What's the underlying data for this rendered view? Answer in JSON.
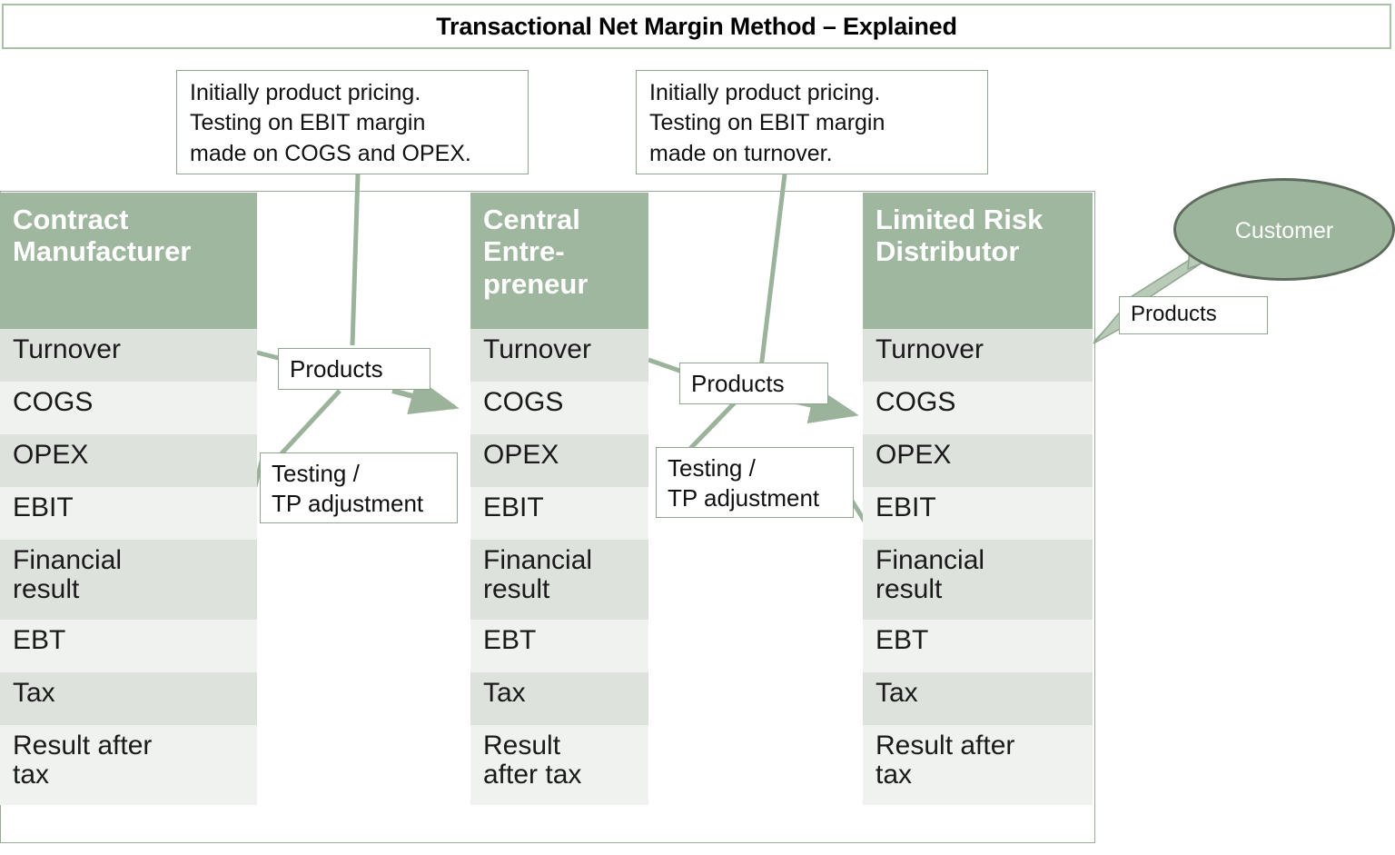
{
  "title": {
    "text": "Transactional Net Margin Method – Explained"
  },
  "notes": [
    {
      "id": "note-cm",
      "text": "Initially product pricing.\nTesting on EBIT margin\nmade on COGS and OPEX."
    },
    {
      "id": "note-ce",
      "text": "Initially product pricing.\nTesting on EBIT margin\nmade on turnover."
    }
  ],
  "columns": [
    {
      "id": "contract-manufacturer",
      "header": "Contract\nManufacturer",
      "rows": [
        {
          "label": "Turnover",
          "band": "dark",
          "lines": 1
        },
        {
          "label": "COGS",
          "band": "light",
          "lines": 1
        },
        {
          "label": "OPEX",
          "band": "dark",
          "lines": 1
        },
        {
          "label": "EBIT",
          "band": "light",
          "lines": 1
        },
        {
          "label": "Financial\nresult",
          "band": "dark",
          "lines": 2
        },
        {
          "label": "EBT",
          "band": "light",
          "lines": 1
        },
        {
          "label": "Tax",
          "band": "dark",
          "lines": 1
        },
        {
          "label": "Result after\ntax",
          "band": "light",
          "lines": 2
        }
      ]
    },
    {
      "id": "central-entrepreneur",
      "header": "Central\nEntre-\npreneur",
      "rows": [
        {
          "label": "Turnover",
          "band": "dark",
          "lines": 1
        },
        {
          "label": "COGS",
          "band": "light",
          "lines": 1
        },
        {
          "label": "OPEX",
          "band": "dark",
          "lines": 1
        },
        {
          "label": "EBIT",
          "band": "light",
          "lines": 1
        },
        {
          "label": "Financial\nresult",
          "band": "dark",
          "lines": 2
        },
        {
          "label": "EBT",
          "band": "light",
          "lines": 1
        },
        {
          "label": "Tax",
          "band": "dark",
          "lines": 1
        },
        {
          "label": "Result\nafter tax",
          "band": "light",
          "lines": 2
        }
      ]
    },
    {
      "id": "limited-risk-distributor",
      "header": "Limited Risk\nDistributor",
      "rows": [
        {
          "label": "Turnover",
          "band": "dark",
          "lines": 1
        },
        {
          "label": "COGS",
          "band": "light",
          "lines": 1
        },
        {
          "label": "OPEX",
          "band": "dark",
          "lines": 1
        },
        {
          "label": "EBIT",
          "band": "light",
          "lines": 1
        },
        {
          "label": "Financial\nresult",
          "band": "dark",
          "lines": 2
        },
        {
          "label": "EBT",
          "band": "light",
          "lines": 1
        },
        {
          "label": "Tax",
          "band": "dark",
          "lines": 1
        },
        {
          "label": "Result after\ntax",
          "band": "light",
          "lines": 2
        }
      ]
    }
  ],
  "flow_labels": {
    "products_1": "Products",
    "testing_1": "Testing /\nTP adjustment",
    "products_2": "Products",
    "testing_2": "Testing /\nTP adjustment",
    "products_3": "Products"
  },
  "customer": {
    "label": "Customer"
  },
  "colors": {
    "header_green": "#9fb69f",
    "band_dark": "#dde3dc",
    "band_light": "#f0f2ef",
    "connector_green": "#9bb39a",
    "border_green": "#a9bfa8",
    "ellipse_fill": "#9eb59d",
    "ellipse_border": "#5d6b5c"
  }
}
